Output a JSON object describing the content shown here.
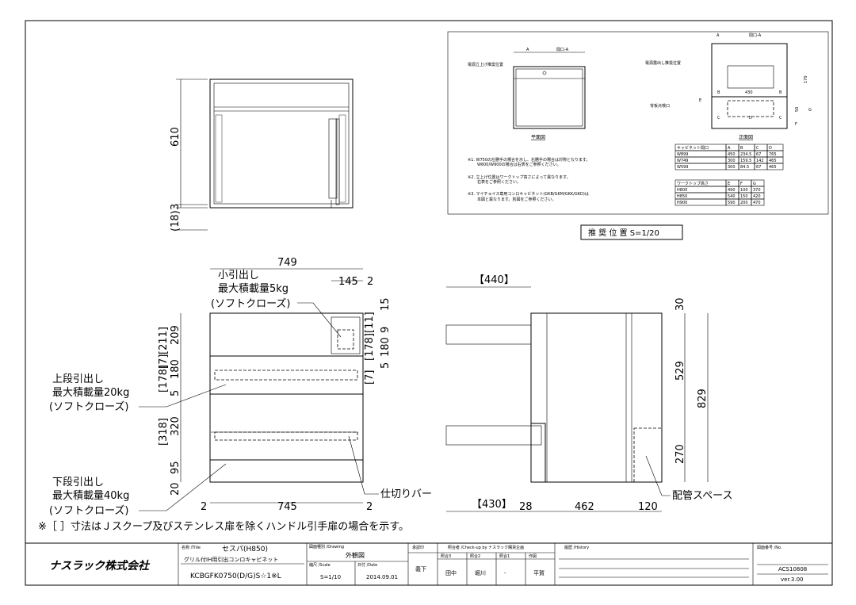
{
  "plan_view": {
    "dim_height": "610",
    "dim_3": "3",
    "dim_18": "(18)"
  },
  "inset": {
    "top_view_label": "平面図",
    "front_view_label": "正面図",
    "dim_A": "A",
    "dim_opening": "間口-A",
    "dim_50": "50",
    "dim_430": "430",
    "dim_170": "170",
    "dim_E": "E",
    "dim_F": "F",
    "dim_G": "G",
    "dim_B": "B",
    "dim_C": "C",
    "dim_D": "D",
    "callout_top": "電源立上げ推奨位置",
    "callout_front": "電源露出し推奨位置",
    "callout_back": "背板点検口",
    "notes": [
      "※1. W750の左勝手の場合を示し、右勝手の場合は対称となります。",
      "W600/W900の場合は右表をご参照ください。",
      "※2. 立上げ位置はワークトップ高さによって異なります。",
      "右表をご参照ください。",
      "※3. マイチョイス専用コンロキャビネット(GKB/GKM/GKK/GKD)は",
      "本図と異なります。別図をご参照ください。"
    ],
    "table1": {
      "headers": [
        "キャビネット間口",
        "A",
        "B",
        "C",
        "D"
      ],
      "rows": [
        [
          "W899",
          "450",
          "234.5",
          "67",
          "765"
        ],
        [
          "W749",
          "300",
          "159.5",
          "142",
          "465"
        ],
        [
          "W599",
          "300",
          "84.5",
          "67",
          "465"
        ]
      ]
    },
    "table2": {
      "headers": [
        "ワークトップ高さ",
        "E",
        "F",
        "G"
      ],
      "rows": [
        [
          "H800",
          "490",
          "100",
          "370"
        ],
        [
          "H850",
          "540",
          "150",
          "420"
        ],
        [
          "H900",
          "590",
          "200",
          "470"
        ]
      ]
    },
    "caption": "推 奨 位 置  S=1/20"
  },
  "front_view": {
    "dim_749": "749",
    "dim_145": "145",
    "dim_2a": "2",
    "dim_15": "15",
    "dim_11": "[11]",
    "dim_9": "9",
    "dim_178b": "[178]",
    "dim_180b": "180",
    "dim_7b": "[7]",
    "dim_5b": "5",
    "dim_211": "[211]",
    "dim_209": "209",
    "dim_7": "[7]",
    "dim_178": "[178]",
    "dim_180": "180",
    "dim_5": "5",
    "dim_318": "[318]",
    "dim_320": "320",
    "dim_95": "95",
    "dim_20": "20",
    "dim_2l": "2",
    "dim_745": "745",
    "dim_2r": "2",
    "small_drawer": [
      "小引出し",
      "最大積載量5kg",
      "(ソフトクローズ)"
    ],
    "upper_drawer": [
      "上段引出し",
      "最大積載量20kg",
      "(ソフトクローズ)"
    ],
    "lower_drawer": [
      "下段引出し",
      "最大積載量40kg",
      "(ソフトクローズ)"
    ],
    "divider_bar": "仕切りバー"
  },
  "side_view": {
    "dim_440": "【440】",
    "dim_430": "【430】",
    "dim_28": "28",
    "dim_462": "462",
    "dim_120": "120",
    "dim_30": "30",
    "dim_529": "529",
    "dim_270": "270",
    "dim_829": "829",
    "piping_space": "配管スペース"
  },
  "footnote": "※［ ］寸法はＪスクープ及びステンレス扉を除くハンドル引手扉の場合を示す。",
  "title_block": {
    "logo": "ナスラック株式会社",
    "name_label": "名称 /Title",
    "name1": "セスパ(H850)",
    "name2": "グリル付IH用引出コンロキャビネット",
    "model": "KCBGFK0750(D/G)S☆1※L",
    "drawing_label": "図面種別 /Drawing",
    "drawing": "外観図",
    "scale_label": "縮尺 /Scale",
    "scale": "S=1/10",
    "date_label": "日付 /Date",
    "date": "2014.09.01",
    "maker_label": "承認印",
    "maker": "義下",
    "check_label": "照合者 /Check-up by ナスラック購買企画",
    "check_cols": [
      "照合3",
      "照合2",
      "照合1",
      "作図"
    ],
    "check_vals": [
      "田中",
      "堀川",
      "-",
      "平賀"
    ],
    "history_label": "履歴 /History",
    "no_label": "図面番号 /No.",
    "no": "ACS10808",
    "version": "ver.3.00"
  }
}
